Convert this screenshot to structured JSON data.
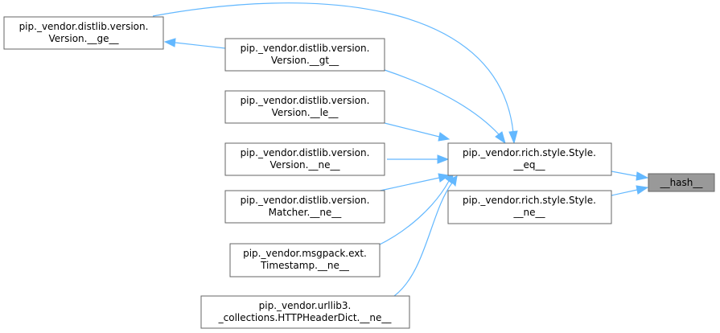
{
  "diagram": {
    "nodes": {
      "hash": {
        "lines": [
          "__hash__"
        ]
      },
      "style_eq": {
        "lines": [
          "pip._vendor.rich.style.Style.",
          "__eq__"
        ]
      },
      "style_ne": {
        "lines": [
          "pip._vendor.rich.style.Style.",
          "__ne__"
        ]
      },
      "version_ge": {
        "lines": [
          "pip._vendor.distlib.version.",
          "Version.__ge__"
        ]
      },
      "version_gt": {
        "lines": [
          "pip._vendor.distlib.version.",
          "Version.__gt__"
        ]
      },
      "version_le": {
        "lines": [
          "pip._vendor.distlib.version.",
          "Version.__le__"
        ]
      },
      "version_ne": {
        "lines": [
          "pip._vendor.distlib.version.",
          "Version.__ne__"
        ]
      },
      "matcher_ne": {
        "lines": [
          "pip._vendor.distlib.version.",
          "Matcher.__ne__"
        ]
      },
      "timestamp_ne": {
        "lines": [
          "pip._vendor.msgpack.ext.",
          "Timestamp.__ne__"
        ]
      },
      "httpheader_ne": {
        "lines": [
          "pip._vendor.urllib3.",
          "_collections.HTTPHeaderDict.__ne__"
        ]
      }
    },
    "edges": [
      [
        "style_eq",
        "hash"
      ],
      [
        "style_ne",
        "hash"
      ],
      [
        "version_gt",
        "version_ge"
      ],
      [
        "version_ge",
        "style_eq"
      ],
      [
        "version_gt",
        "style_eq"
      ],
      [
        "version_le",
        "style_eq"
      ],
      [
        "version_ne",
        "style_eq"
      ],
      [
        "matcher_ne",
        "style_eq"
      ],
      [
        "timestamp_ne",
        "style_eq"
      ],
      [
        "httpheader_ne",
        "style_eq"
      ]
    ],
    "colors": {
      "edge": "#63b8ff",
      "node_border": "#666666",
      "current_fill": "#999999"
    }
  }
}
